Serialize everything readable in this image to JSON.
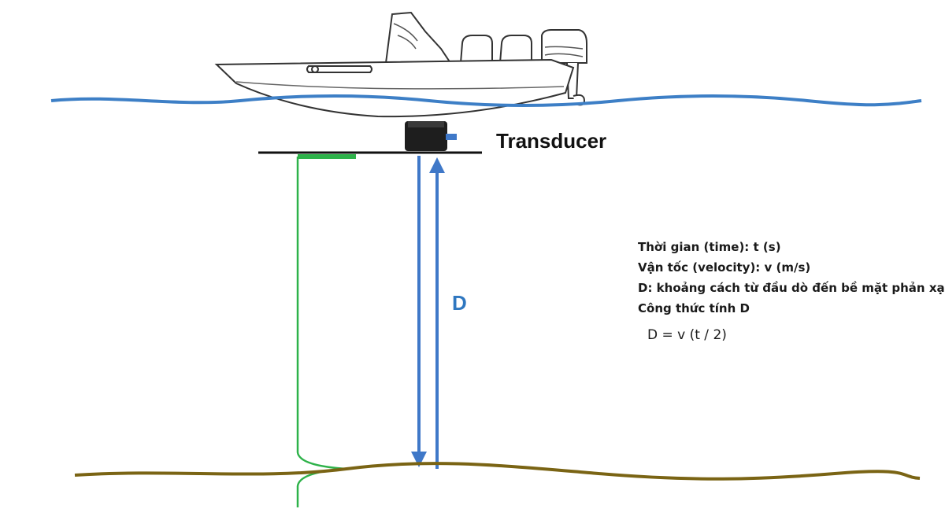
{
  "labels": {
    "transducer": "Transducer",
    "distance": "D"
  },
  "info": {
    "time": "Thời gian (time): t (s)",
    "velocity": "Vận tốc (velocity): v (m/s)",
    "distance_def": "D: khoảng cách từ đầu dò đến bề mặt phản xạ",
    "formula_title": "Công thức tính D",
    "formula": "D = v  (t / 2)"
  },
  "colors": {
    "water": "#3d7fc6",
    "seabed": "#7a6414",
    "echo_trace": "#2eb24a",
    "sound_path": "#3f78c8",
    "transducer": "#1e1e1e",
    "hull_outline": "#333333"
  },
  "icons": {
    "boat": "boat-icon",
    "transducer": "transducer-icon"
  }
}
